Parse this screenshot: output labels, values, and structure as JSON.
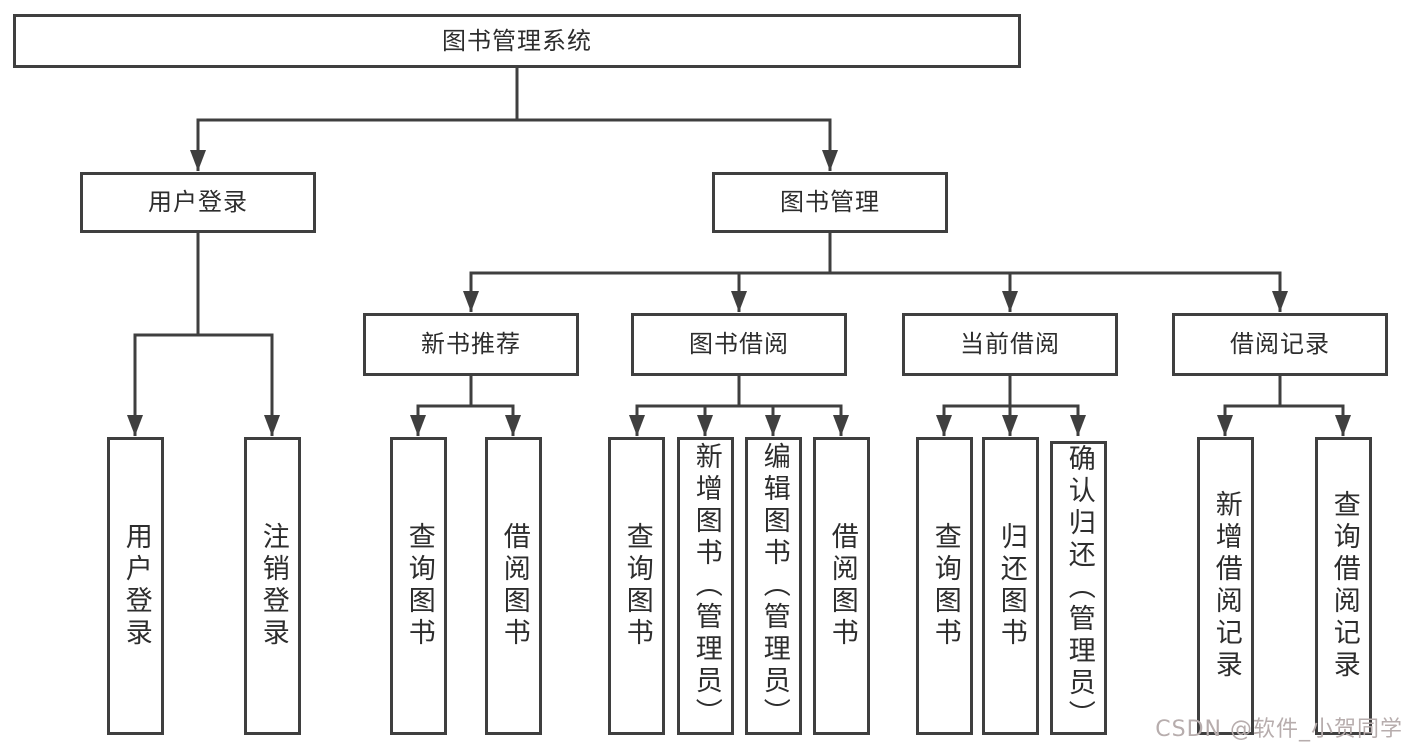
{
  "diagram": {
    "root": {
      "label": "图书管理系统"
    },
    "branches": [
      {
        "label": "用户登录",
        "children": [
          {
            "label": "用户登录"
          },
          {
            "label": "注销登录"
          }
        ]
      },
      {
        "label": "图书管理",
        "children": [
          {
            "label": "新书推荐",
            "children": [
              {
                "label": "查询图书"
              },
              {
                "label": "借阅图书"
              }
            ]
          },
          {
            "label": "图书借阅",
            "children": [
              {
                "label": "查询图书"
              },
              {
                "label": "新增图书（管理员）"
              },
              {
                "label": "编辑图书（管理员）"
              },
              {
                "label": "借阅图书"
              }
            ]
          },
          {
            "label": "当前借阅",
            "children": [
              {
                "label": "查询图书"
              },
              {
                "label": "归还图书"
              },
              {
                "label": "确认归还（管理员）"
              }
            ]
          },
          {
            "label": "借阅记录",
            "children": [
              {
                "label": "新增借阅记录"
              },
              {
                "label": "查询借阅记录"
              }
            ]
          }
        ]
      }
    ],
    "watermark": "CSDN @软件_小贺同学",
    "colors": {
      "line": "#3f3f3f",
      "box_border": "#3f3f3f",
      "text": "#2d2d2d",
      "background": "#ffffff",
      "watermark": "#b7adad"
    }
  }
}
